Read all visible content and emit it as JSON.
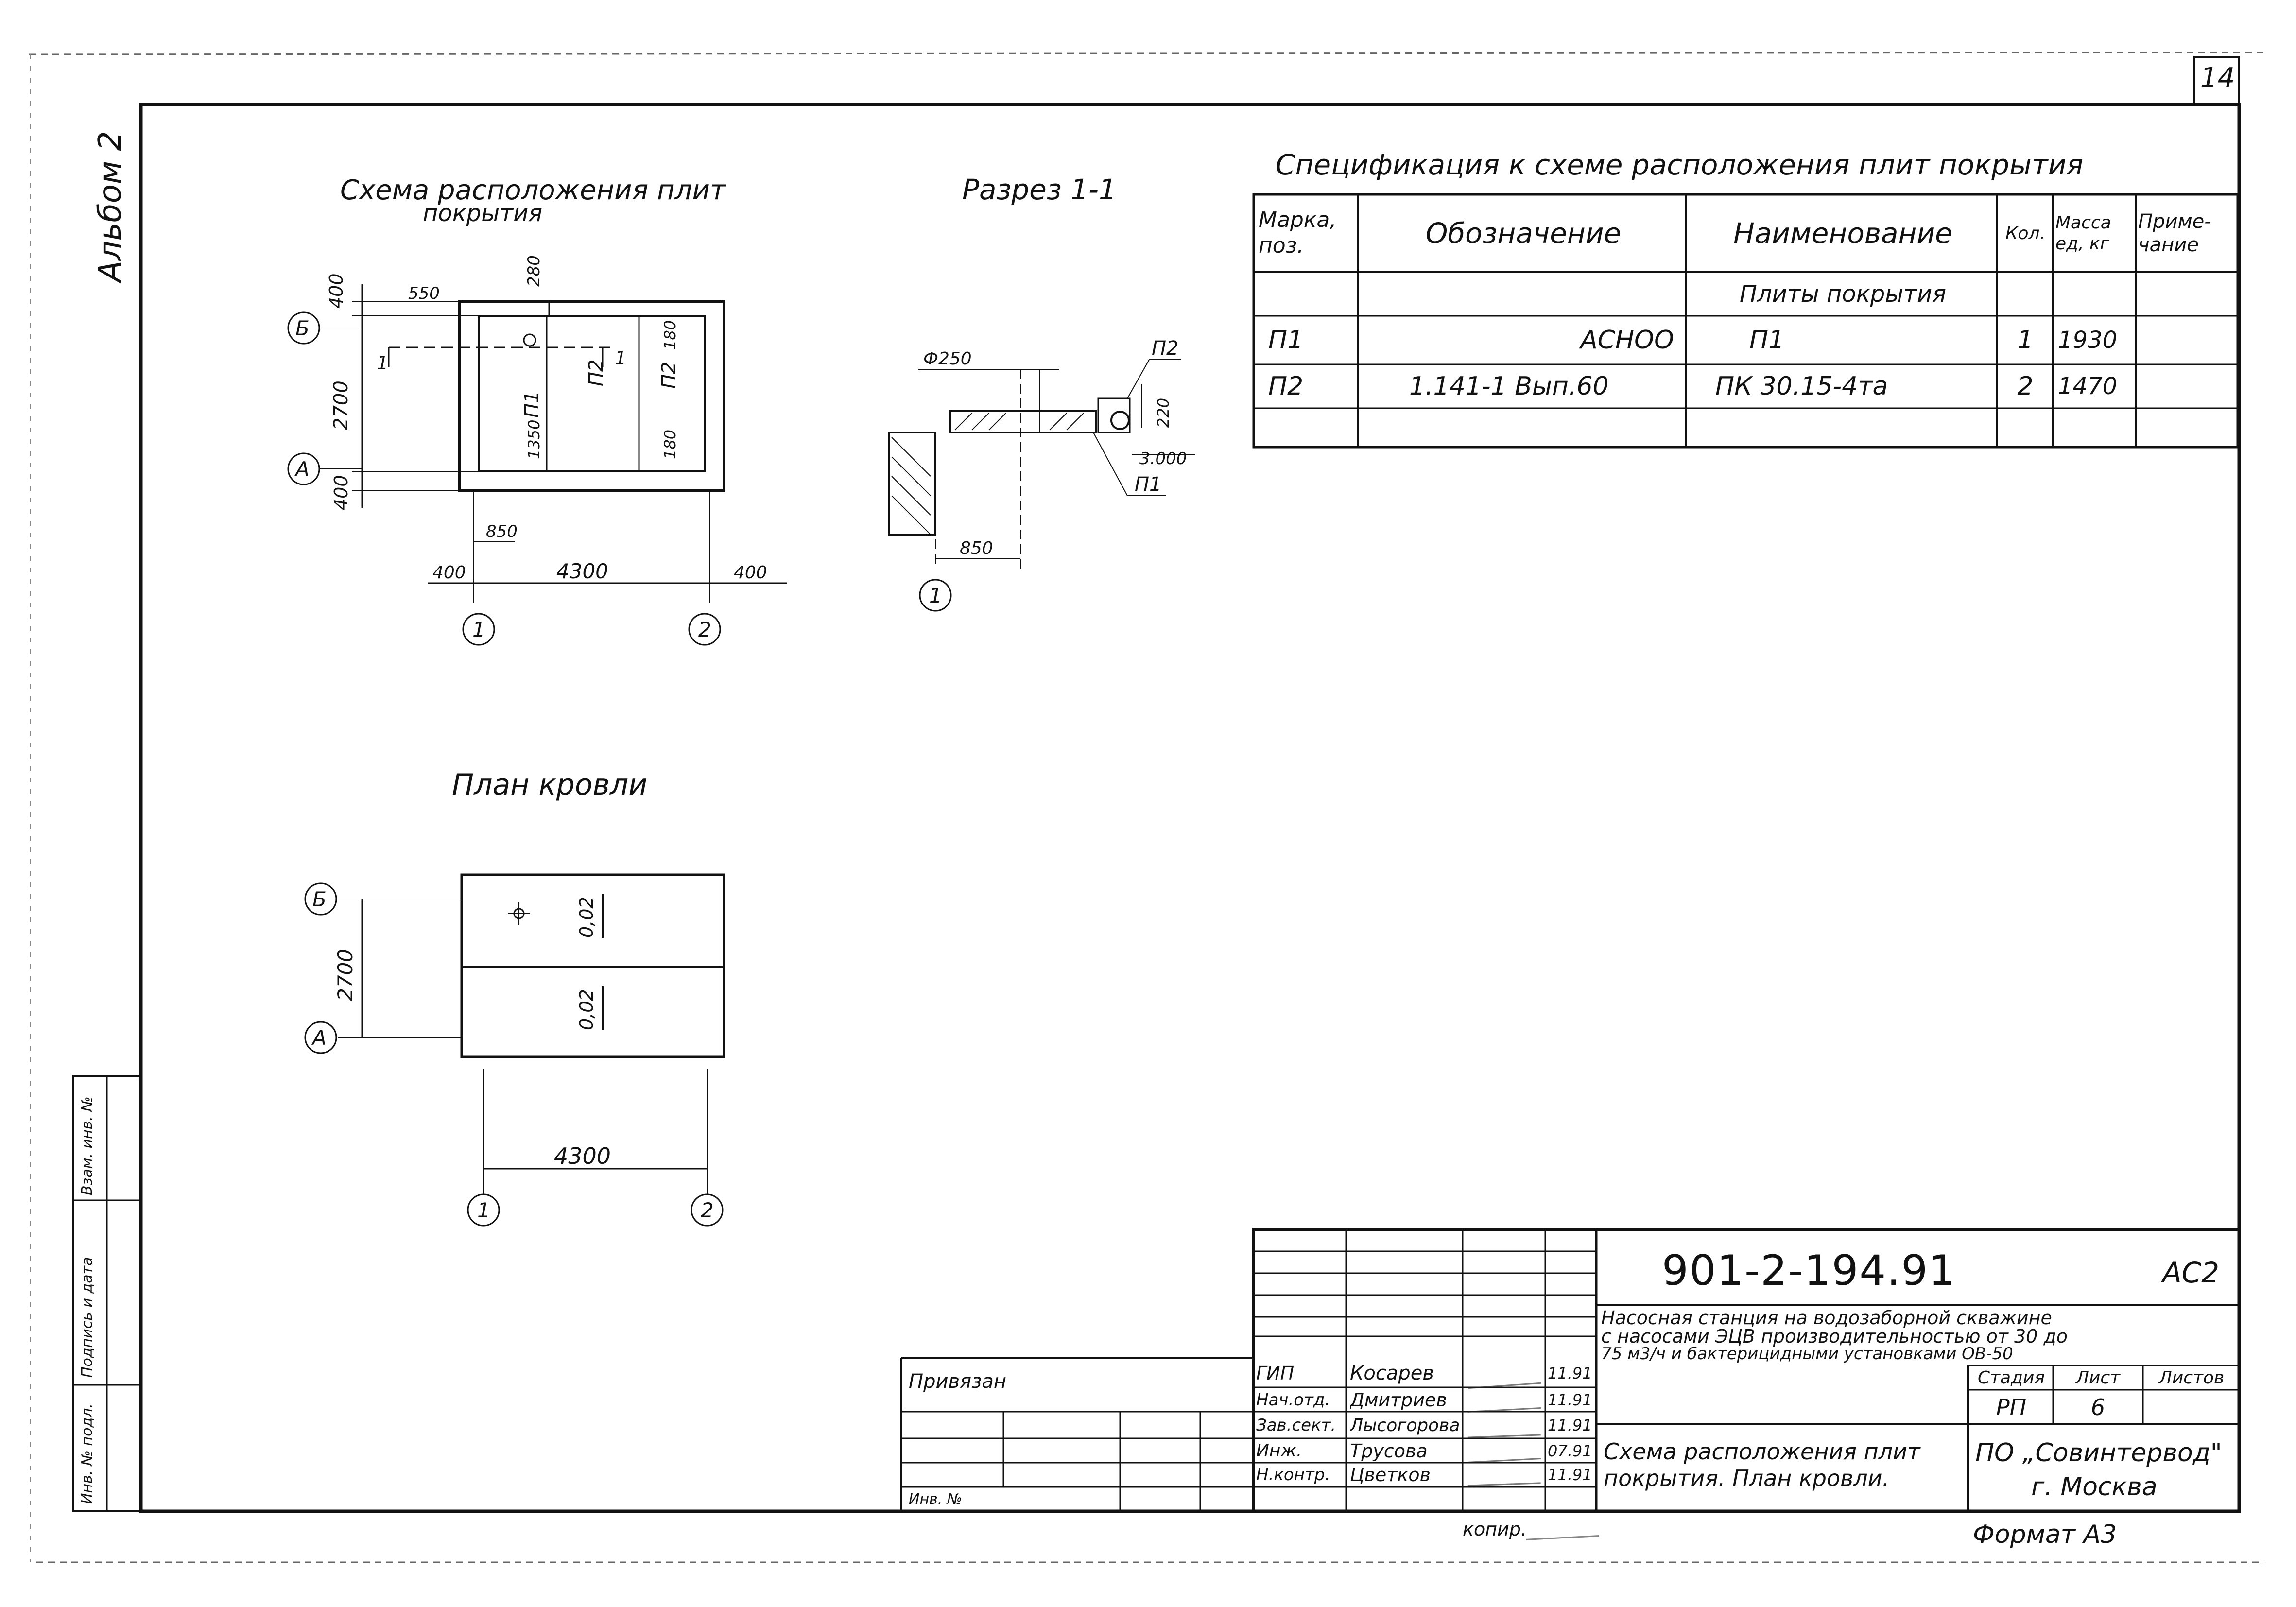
{
  "sheet_number": "14",
  "album": "Альбом 2",
  "left_strip": [
    "Инв. № подл.",
    "Подпись и дата",
    "Взам. инв. №"
  ],
  "scheme": {
    "title_l1": "Схема расположения плит",
    "title_l2": "покрытия",
    "axis_b": "Б",
    "axis_a": "А",
    "axis_1": "1",
    "axis_2": "2",
    "dim_400_top": "400",
    "dim_2700": "2700",
    "dim_400_bottom": "400",
    "dim_550": "550",
    "dim_280": "280",
    "dim_850": "850",
    "dim_400_left": "400",
    "dim_4300": "4300",
    "dim_400_right": "400",
    "dim_1350": "1350",
    "dim_180": "180",
    "label_p1": "П1",
    "label_p2a": "П2",
    "label_p2b": "П2",
    "cut_label": "1"
  },
  "section": {
    "title": "Разрез 1-1",
    "dim_phi250": "Ф250",
    "label_p2": "П2",
    "label_p1": "П1",
    "dim_220": "220",
    "elev": "3.000",
    "dim_850": "850",
    "axis_1": "1"
  },
  "roof": {
    "title": "План кровли",
    "axis_b": "Б",
    "axis_a": "А",
    "axis_1": "1",
    "axis_2": "2",
    "dim_2700": "2700",
    "dim_4300": "4300",
    "slope_top": "0,02",
    "slope_bottom": "0,02"
  },
  "spec": {
    "title": "Спецификация к схеме расположения плит покрытия",
    "headers": [
      "Марка, поз.",
      "Обозначение",
      "Наименование",
      "Кол.",
      "Масса ед, кг",
      "Приме-чание"
    ],
    "rows": [
      [
        "",
        "",
        "Плиты покрытия",
        "",
        "",
        ""
      ],
      [
        "П1",
        "АСНОО",
        "П1",
        "1",
        "1930",
        ""
      ],
      [
        "П2",
        "1.141-1  Вып.60",
        "ПК 30.15-4та",
        "2",
        "1470",
        ""
      ],
      [
        "",
        "",
        "",
        "",
        "",
        ""
      ]
    ]
  },
  "stamp": {
    "code": "901-2-194.91",
    "mark": "АС2",
    "project_l1": "Насосная станция на водозаборной скважине",
    "project_l2": "с насосами ЭЦВ производительностью от 30 до",
    "project_l3": "75 м3/ч и бактерицидными установками ОВ-50",
    "stage_header": "Стадия",
    "sheet_header": "Лист",
    "sheets_header": "Листов",
    "stage": "РП",
    "sheet": "6",
    "sheets": "",
    "drawing_l1": "Схема расположения плит",
    "drawing_l2": "покрытия. План кровли.",
    "org_l1": "ПО „Совинтервод\"",
    "org_l2": "г. Москва",
    "privyazan": "Привязан",
    "inv_no": "Инв. №",
    "people": [
      {
        "role": "ГИП",
        "name": "Косарев",
        "date": "11.91"
      },
      {
        "role": "Нач.отд.",
        "name": "Дмитриев",
        "date": "11.91"
      },
      {
        "role": "Зав.сект.",
        "name": "Лысогорова",
        "date": "11.91"
      },
      {
        "role": "Инж.",
        "name": "Трусова",
        "date": "07.91"
      },
      {
        "role": "Н.контр.",
        "name": "Цветков",
        "date": "11.91"
      }
    ]
  },
  "copied": "копир.",
  "format": "Формат А3"
}
